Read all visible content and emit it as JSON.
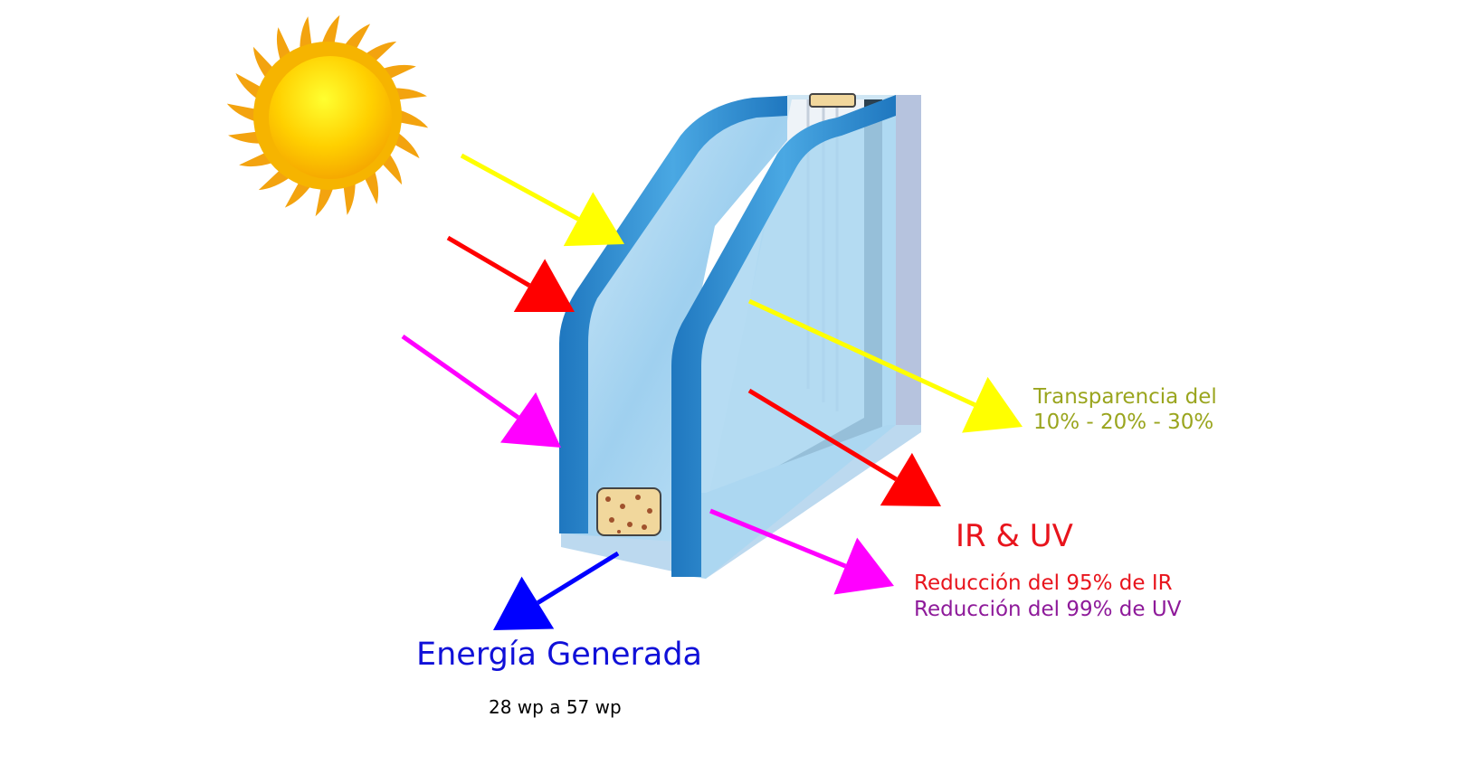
{
  "labels": {
    "transparency_line1": "Transparencia del",
    "transparency_line2": "10% - 20% - 30%",
    "ir_uv": "IR & UV",
    "ir_reduction": "Reducción del 95% de IR",
    "uv_reduction": "Reducción del 99% de UV",
    "energy_title": "Energía Generada",
    "energy_range": "28 wp a 57 wp"
  },
  "colors": {
    "visible_light": "#ffff00",
    "infrared": "#ff0000",
    "ultraviolet": "#ff00ff",
    "energy": "#0000ff",
    "transparency_text": "#9aa51e",
    "ir_text": "#e8141c",
    "uv_text": "#8e1a9a",
    "energy_text": "#1010d8",
    "glass_edge": "#2f8fd3",
    "glass_face": "#bfe0f5",
    "spacer_dark": "#2c4150"
  },
  "icons": {
    "sun": "sun-icon",
    "glass": "double-glazed-window-section"
  }
}
